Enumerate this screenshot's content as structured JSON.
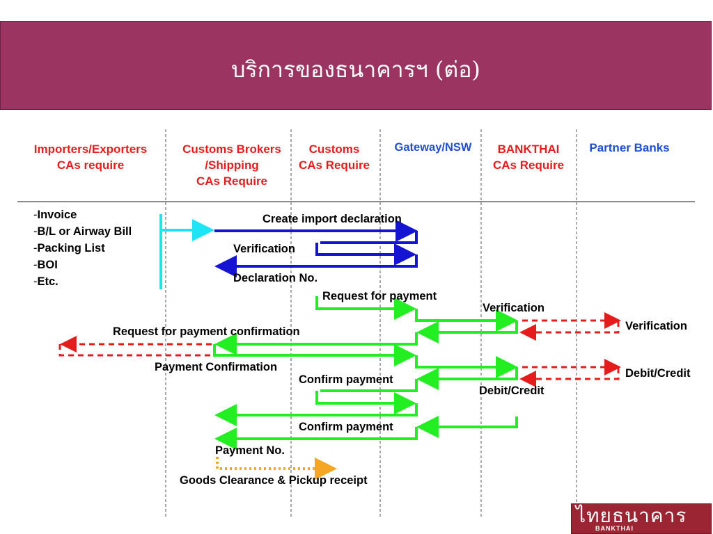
{
  "title": "บริการของธนาคารฯ (ต่อ)",
  "lanes": {
    "importers": [
      "Importers/Exporters",
      "CAs require"
    ],
    "brokers": [
      "Customs Brokers",
      "/Shipping",
      "CAs Require"
    ],
    "customs": [
      "Customs",
      "CAs Require"
    ],
    "gateway": [
      "Gateway/NSW"
    ],
    "bankthai": [
      "BANKTHAI",
      "CAs Require"
    ],
    "partner": [
      "Partner Banks"
    ]
  },
  "documents": [
    "Invoice",
    "B/L or Airway Bill",
    "Packing List",
    "BOI",
    "Etc."
  ],
  "document_dash": "-",
  "flows": {
    "create_import": "Create import declaration",
    "verification_1": "Verification",
    "declaration_no": "Declaration No.",
    "request_payment": "Request for payment",
    "verification_bt": "Verification",
    "verification_pb": "Verification",
    "request_payment_confirmation": "Request for payment confirmation",
    "payment_confirmation": "Payment Confirmation",
    "debit_credit_pb": "Debit/Credit",
    "confirm_payment_1": "Confirm payment",
    "debit_credit_bt": "Debit/Credit",
    "confirm_payment_2": "Confirm payment",
    "payment_no": "Payment No.",
    "goods_clearance": "Goods Clearance & Pickup receipt"
  },
  "logo": {
    "thai": "ไทยธนาคาร",
    "english": "BANKTHAI"
  },
  "colors": {
    "title_bg": "#9b3461",
    "lane_red": "#e41c1c",
    "lane_blue": "#1f4fd1",
    "arrow_blue": "#1414d2",
    "arrow_green": "#22ee22",
    "arrow_red_dashed": "#e41c1c",
    "arrow_orange_dotted": "#f5a623",
    "bracket_cyan": "#1ee5f5",
    "logo_bg": "#9b2532"
  }
}
